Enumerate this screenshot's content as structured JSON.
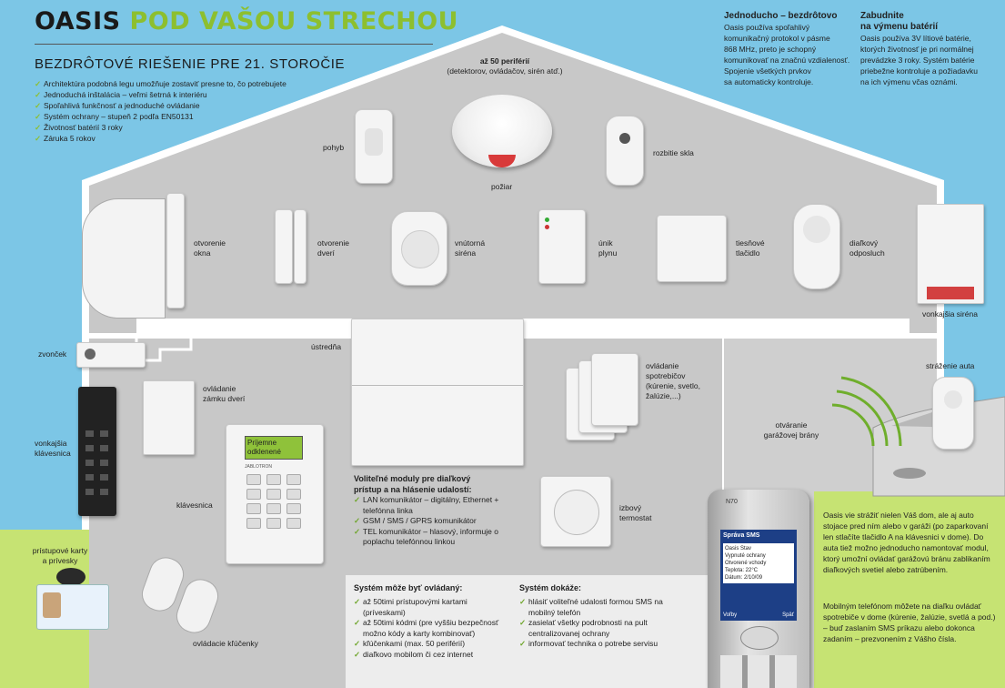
{
  "title": {
    "brand": "OASIS",
    "rest": "POD VAŠOU STRECHOU"
  },
  "subtitle": "BEZDRÔTOVÉ RIEŠENIE PRE 21. STOROČIE",
  "features": [
    "Architektúra podobná legu umožňuje zostaviť presne to, čo potrebujete",
    "Jednoduchá inštalácia – veľmi šetrná k interiéru",
    "Spoľahlivá funkčnosť a jednoduché ovládanie",
    "Systém ochrany – stupeň 2 podľa EN50131",
    "Životnosť batérií 3 roky",
    "Záruka 5 rokov"
  ],
  "col1": {
    "title": "Jednoducho – bezdrôtovo",
    "lines": [
      "Oasis používa spoľahlivý",
      "komunikačný protokol v pásme",
      "868 MHz, preto je schopný",
      "komunikovať na značnú vzdialenosť.",
      "Spojenie všetkých prvkov",
      "sa automaticky kontroluje."
    ]
  },
  "col2": {
    "title1": "Zabudnite",
    "title2": "na výmenu batérií",
    "lines": [
      "Oasis používa 3V lítiové batérie,",
      "ktorých životnosť je pri normálnej",
      "prevádzke 3 roky. Systém batérie",
      "priebežne kontroluje a požiadavku",
      "na ich výmenu včas oznámi."
    ]
  },
  "labels": {
    "peripherals1": "až 50 periférií",
    "peripherals2": "(detektorov, ovládačov, sirén atď.)",
    "motion": "pohyb",
    "fire": "požiar",
    "glass": "rozbitie skla",
    "window1": "otvorenie",
    "window2": "okna",
    "door1": "otvorenie",
    "door2": "dverí",
    "siren_in1": "vnútorná",
    "siren_in2": "siréna",
    "gas1": "únik",
    "gas2": "plynu",
    "panic1": "tiesňové",
    "panic2": "tlačidlo",
    "listen1": "diaľkový",
    "listen2": "odposluch",
    "siren_out": "vonkajšia siréna",
    "doorbell": "zvonček",
    "control": "ústredňa",
    "lock1": "ovládanie",
    "lock2": "zámku dverí",
    "appliances1": "ovládanie",
    "appliances2": "spotrebičov",
    "appliances3": "(kúrenie, svetlo,",
    "appliances4": "žalúzie,...)",
    "car": "stráženie auta",
    "garage1": "otváranie",
    "garage2": "garážovej brány",
    "ext_keypad1": "vonkajšia",
    "ext_keypad2": "klávesnica",
    "keypad": "klávesnica",
    "thermostat1": "izbový",
    "thermostat2": "termostat",
    "cards1": "prístupové karty",
    "cards2": "a prívesky",
    "fobs": "ovládacie kľúčenky",
    "keypad_display1": "Príjemne",
    "keypad_display2": "odklenené",
    "keypad_brand": "JABLOTRON"
  },
  "modules": {
    "title1": "Voliteľné moduly pre diaľkový",
    "title2": "prístup a na hlásenie udalostí:",
    "items": [
      "LAN komunikátor – digitálny, Ethernet + telefónna linka",
      "GSM / SMS / GPRS komunikátor",
      "TEL komunikátor – hlasový, informuje o poplachu telefónnou linkou"
    ]
  },
  "controlled": {
    "title": "Systém môže byť ovládaný:",
    "items": [
      "až 50timi prístupovými kartami (príveskami)",
      "až 50timi kódmi (pre vyššiu bezpečnosť možno kódy a karty kombinovať)",
      "kľúčenkami (max. 50 periférií)",
      "diaľkovo mobilom či cez internet"
    ]
  },
  "capable": {
    "title": "Systém dokáže:",
    "items": [
      "hlásiť voliteľné udalosti formou SMS na mobilný telefón",
      "zasielať všetky podrobnosti na pult centralizovanej ochrany",
      "informovať technika o potrebe servisu"
    ]
  },
  "car_text": "Oasis vie strážiť nielen Váš dom, ale aj auto stojace pred ním alebo v garáži (po zaparkovaní len stlačíte tlačidlo A na klávesnici v dome). Do auta tiež možno jednoducho namontovať modul, ktorý umožní ovládať garážovú bránu zablikaním diaľkových svetiel alebo zatrúbením.",
  "mobile_text": "Mobilným telefónom môžete na diaľku ovládať spotrebiče v dome (kúrenie, žalúzie, svetlá a pod.) – buď zaslaním SMS príkazu alebo dokonca zadaním – prezvonením z Vášho čísla.",
  "phone": {
    "model": "N70",
    "screen_title": "Správa SMS",
    "screen_lines": [
      "Oasis Stav",
      "Vypnuté ochrany",
      "Otvorené vchody",
      "Teplota: 22°C",
      "Dátum: 2/10/09"
    ],
    "soft_left": "Voľby",
    "soft_right": "Späť"
  },
  "colors": {
    "sky": "#7cc6e6",
    "house": "#c9c9c9",
    "green": "#c6e373",
    "accent": "#8dbf2f"
  }
}
